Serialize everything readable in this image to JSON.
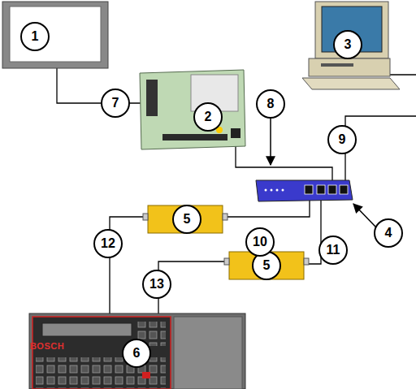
{
  "diagram": {
    "labels": [
      "1",
      "2",
      "3",
      "4",
      "5",
      "5",
      "6",
      "7",
      "8",
      "9",
      "10",
      "11",
      "12",
      "13",
      "BOSCH"
    ]
  }
}
